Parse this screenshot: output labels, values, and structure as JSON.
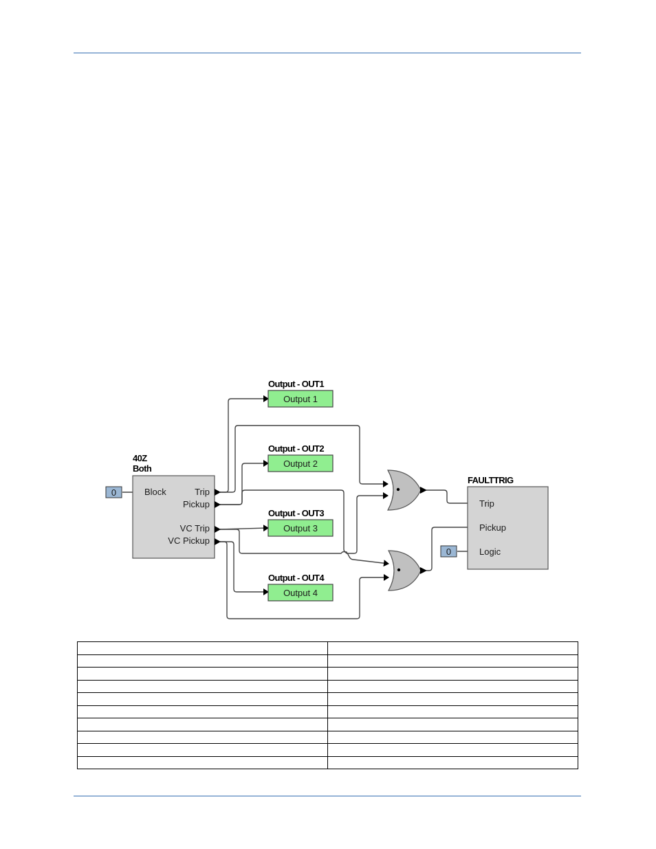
{
  "page": {
    "header_rule_color": "#95b3d7",
    "footer_rule_color": "#95b3d7"
  },
  "diagram": {
    "block_40z": {
      "title_line1": "40Z",
      "title_line2": "Both",
      "inputs": [
        {
          "label": "Block",
          "const_value": "0"
        }
      ],
      "outputs": [
        "Trip",
        "Pickup",
        "VC Trip",
        "VC Pickup"
      ]
    },
    "outputs": [
      {
        "title": "Output - OUT1",
        "label": "Output 1"
      },
      {
        "title": "Output - OUT2",
        "label": "Output 2"
      },
      {
        "title": "Output - OUT3",
        "label": "Output 3"
      },
      {
        "title": "Output - OUT4",
        "label": "Output 4"
      }
    ],
    "or_gates": [
      {
        "name": "OR gate 1",
        "inputs": [
          "Trip",
          "VC Trip"
        ],
        "output_to": "FAULTTRIG Trip"
      },
      {
        "name": "OR gate 2",
        "inputs": [
          "Pickup",
          "VC Pickup"
        ],
        "output_to": "FAULTTRIG Pickup"
      }
    ],
    "faulttrig": {
      "title": "FAULTTRIG",
      "inputs": [
        "Trip",
        "Pickup",
        "Logic"
      ],
      "logic_const_value": "0"
    },
    "colors": {
      "block_fill": "#d4d4d4",
      "output_fill": "#90ee90",
      "const_fill": "#9bb7d4",
      "gate_fill": "#c0c0c0"
    }
  },
  "table": {
    "columns": 2,
    "rows": [
      [
        "",
        ""
      ],
      [
        "",
        ""
      ],
      [
        "",
        ""
      ],
      [
        "",
        ""
      ],
      [
        "",
        ""
      ],
      [
        "",
        ""
      ],
      [
        "",
        ""
      ],
      [
        "",
        ""
      ],
      [
        "",
        ""
      ],
      [
        "",
        ""
      ]
    ]
  }
}
